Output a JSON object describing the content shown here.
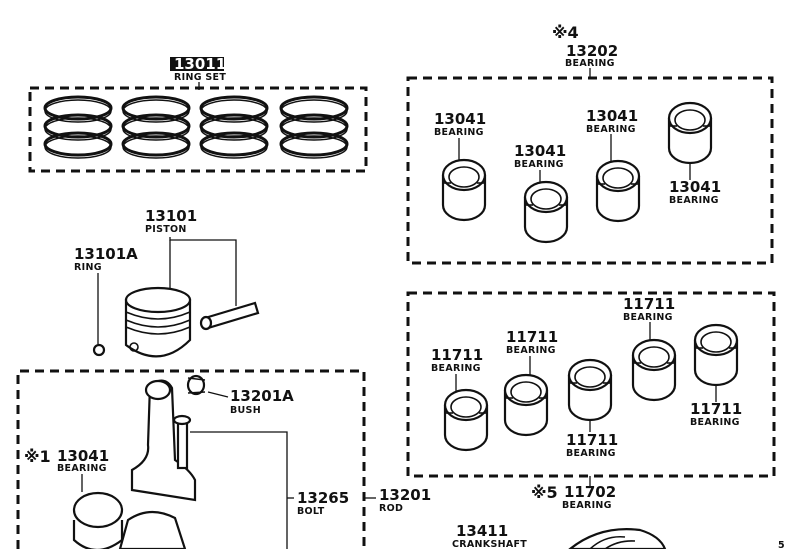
{
  "diagram": {
    "ring_set": {
      "number": "13011",
      "label": "RING SET"
    },
    "piston": {
      "number": "13101",
      "label": "PISTON"
    },
    "ring": {
      "number": "13101A",
      "label": "RING"
    },
    "bush": {
      "number": "13201A",
      "label": "BUSH"
    },
    "bolt": {
      "number": "13265",
      "label": "BOLT"
    },
    "rod": {
      "number": "13201",
      "label": "ROD"
    },
    "rod_bearing": {
      "mark": "※1",
      "number": "13041",
      "label": "BEARING"
    },
    "crankshaft": {
      "number": "13411",
      "label": "CRANKSHAFT"
    },
    "conrod_bearing_set": {
      "mark": "※4",
      "number": "13202",
      "label": "BEARING",
      "items": [
        {
          "number": "13041",
          "label": "BEARING"
        },
        {
          "number": "13041",
          "label": "BEARING"
        },
        {
          "number": "13041",
          "label": "BEARING"
        },
        {
          "number": "13041",
          "label": "BEARING"
        }
      ]
    },
    "main_bearing_set": {
      "mark": "※5",
      "number": "11702",
      "label": "BEARING",
      "items": [
        {
          "number": "11711",
          "label": "BEARING"
        },
        {
          "number": "11711",
          "label": "BEARING"
        },
        {
          "number": "11711",
          "label": "BEARING"
        },
        {
          "number": "11711",
          "label": "BEARING"
        },
        {
          "number": "11711",
          "label": "BEARING"
        }
      ]
    }
  }
}
